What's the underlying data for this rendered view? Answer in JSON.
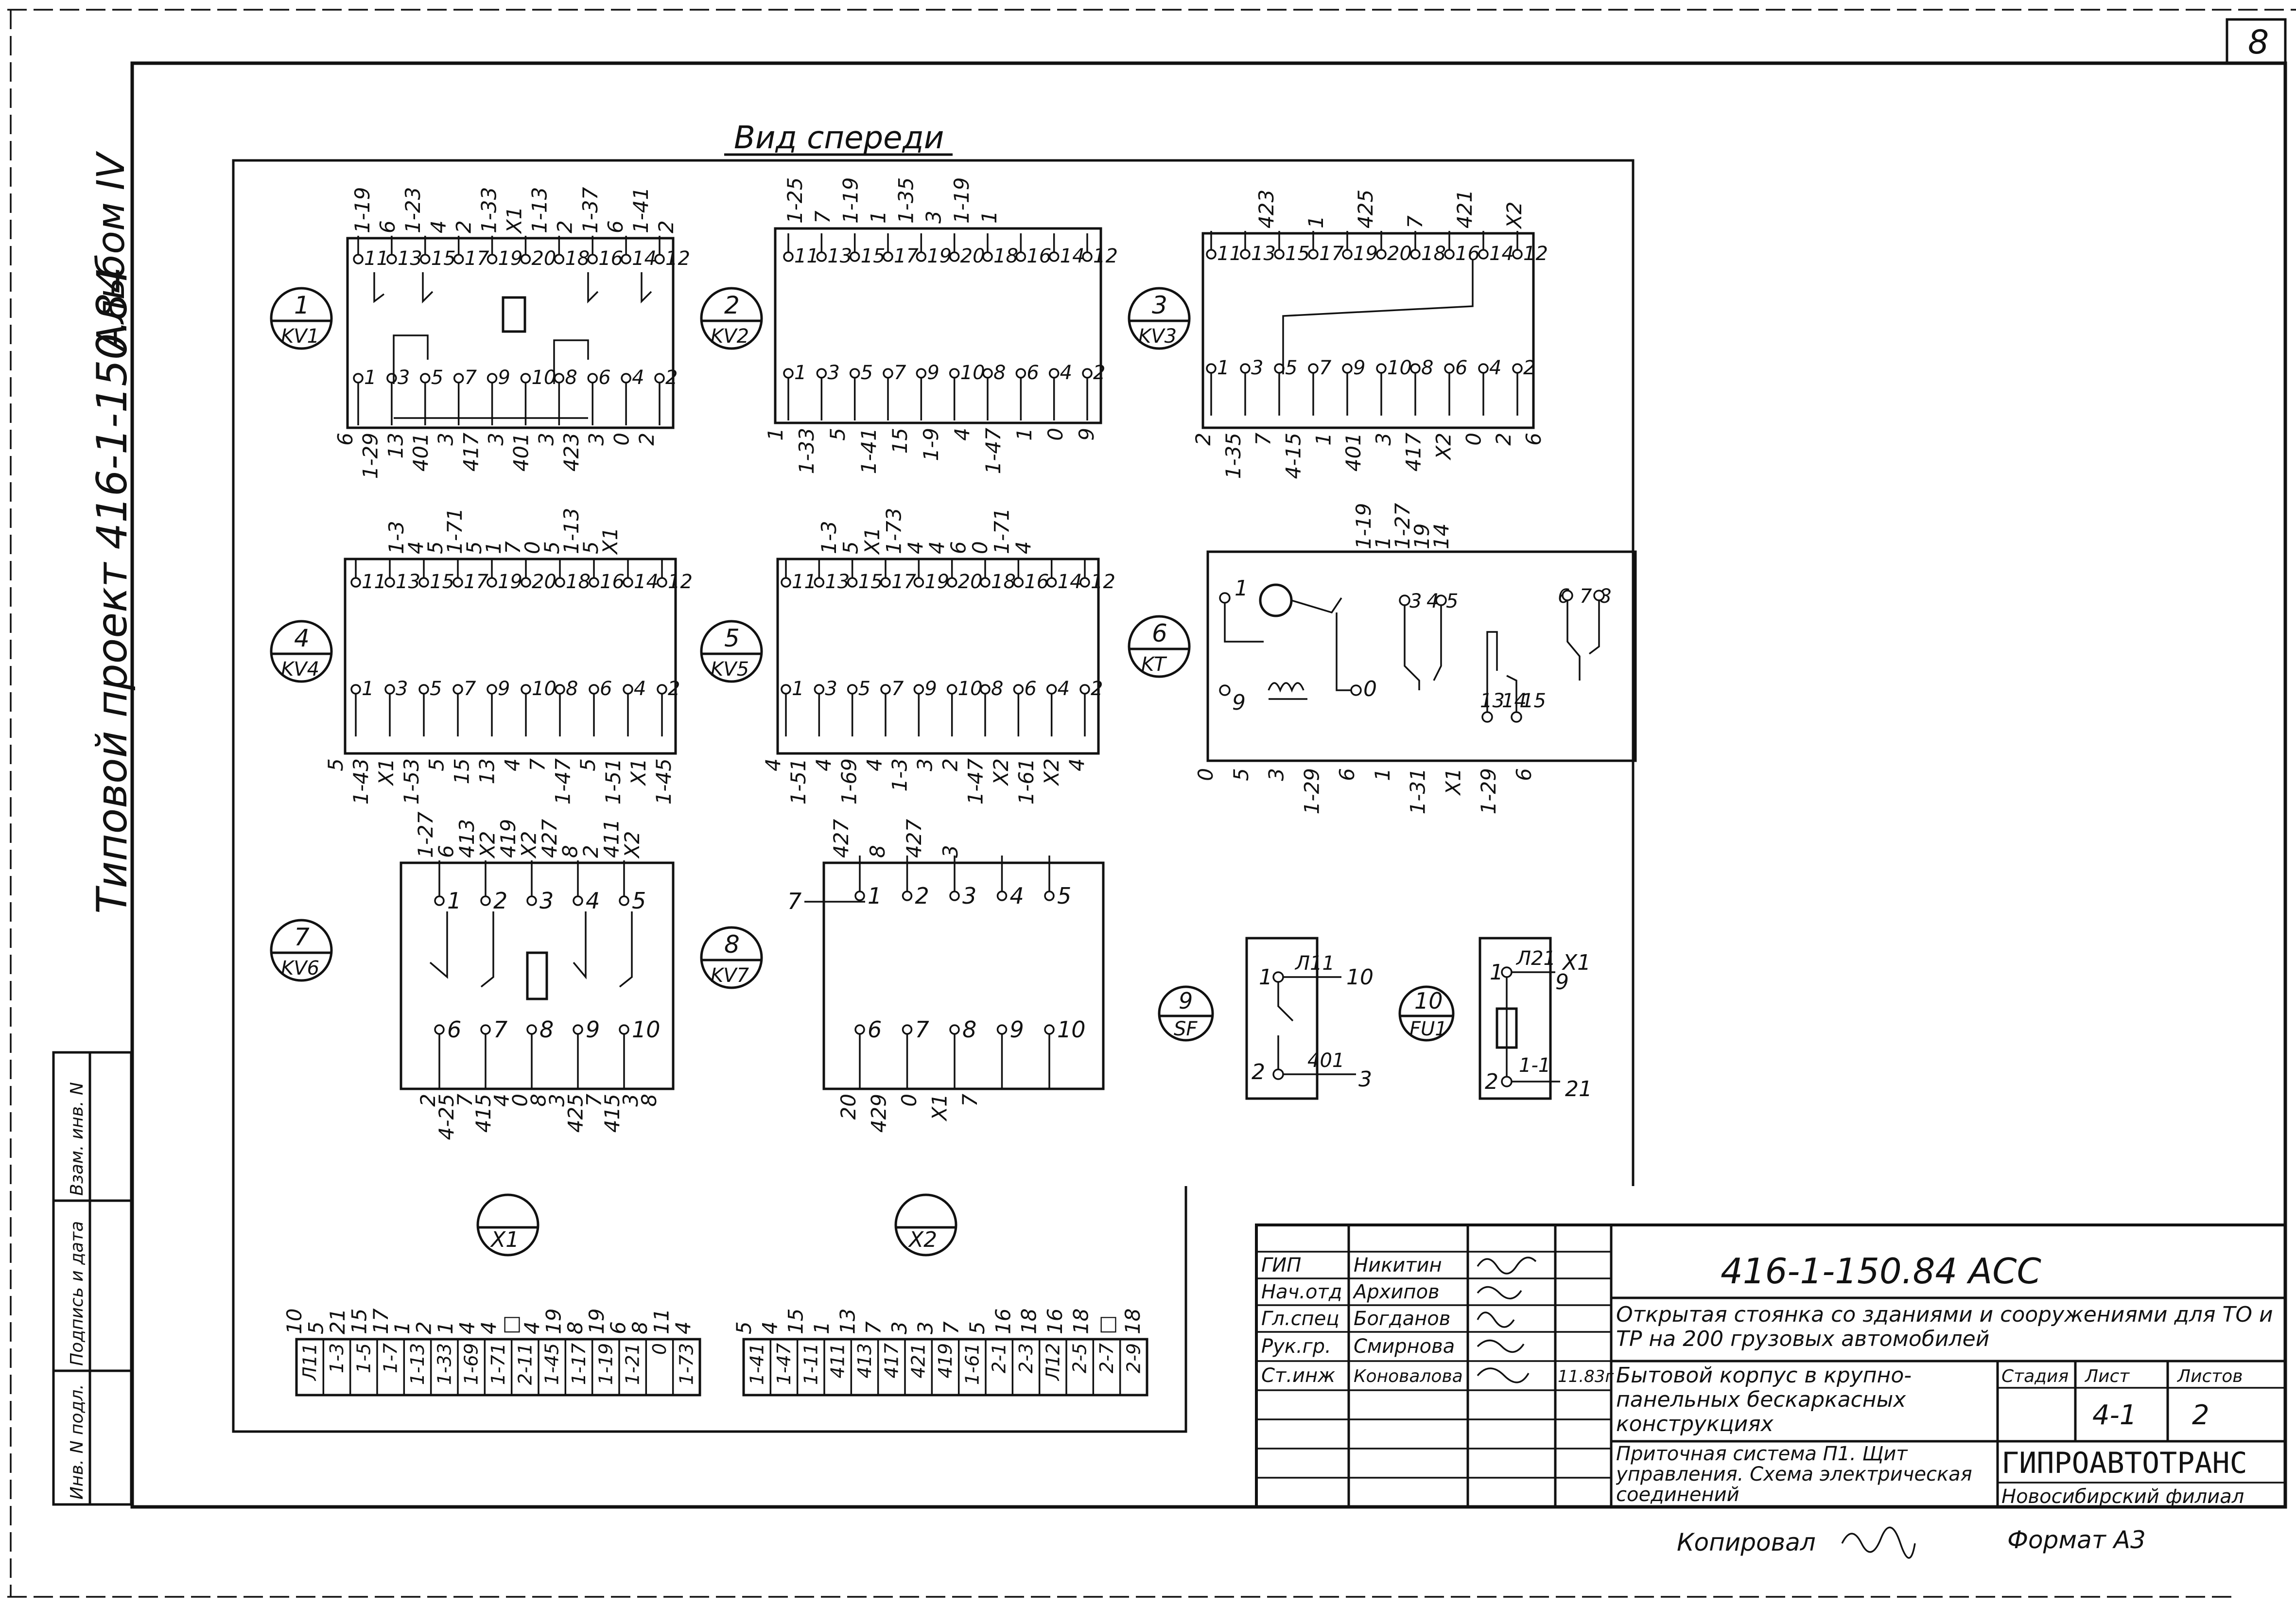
{
  "sheet_number": "8",
  "album": "Альбом IV",
  "project": "Типовой проект 416-1-150.84",
  "view_title": "Вид спереди",
  "side_stamp": {
    "fields": [
      "Инв. N подл.",
      "Подпись и дата",
      "Взам. инв. N"
    ]
  },
  "devices": [
    {
      "id": "kv1",
      "number": "1",
      "code": "KV1",
      "top_pins": [
        "11",
        "13",
        "15",
        "17",
        "19",
        "20",
        "18",
        "16",
        "14",
        "12"
      ],
      "bottom_pins": [
        "1",
        "3",
        "5",
        "7",
        "9",
        "10",
        "8",
        "6",
        "4",
        "2"
      ],
      "top_wires": [
        "1-19",
        "6",
        "1-23",
        "4",
        "2",
        "1-33",
        "X1",
        "1-13",
        "2",
        "1-37",
        "6",
        "1-41",
        "2"
      ],
      "bottom_wires": [
        "6",
        "1-29",
        "13",
        "401",
        "3",
        "417",
        "3",
        "401",
        "3",
        "423",
        "3",
        "0",
        "2"
      ]
    },
    {
      "id": "kv2",
      "number": "2",
      "code": "KV2",
      "top_pins": [
        "11",
        "13",
        "15",
        "17",
        "19",
        "20",
        "18",
        "16",
        "14",
        "12"
      ],
      "bottom_pins": [
        "1",
        "3",
        "5",
        "7",
        "9",
        "10",
        "8",
        "6",
        "4",
        "2"
      ],
      "top_wires": [
        "1-25",
        "7",
        "1-19",
        "1",
        "1-35",
        "3",
        "1-19",
        "1"
      ],
      "bottom_wires": [
        "1",
        "1-33",
        "5",
        "1-41",
        "15",
        "1-9",
        "4",
        "1-47",
        "1",
        "0",
        "9"
      ]
    },
    {
      "id": "kv3",
      "number": "3",
      "code": "KV3",
      "top_pins": [
        "11",
        "13",
        "15",
        "17",
        "19",
        "20",
        "18",
        "16",
        "14",
        "12"
      ],
      "bottom_pins": [
        "1",
        "3",
        "5",
        "7",
        "9",
        "10",
        "8",
        "6",
        "4",
        "2"
      ],
      "top_wires": [
        "423",
        "1",
        "425",
        "7",
        "421",
        "X2"
      ],
      "bottom_wires": [
        "2",
        "1-35",
        "7",
        "4-15",
        "1",
        "401",
        "3",
        "417",
        "X2",
        "0",
        "2",
        "6"
      ]
    },
    {
      "id": "kv4",
      "number": "4",
      "code": "KV4",
      "top_pins": [
        "11",
        "13",
        "15",
        "17",
        "19",
        "20",
        "18",
        "16",
        "14",
        "12"
      ],
      "bottom_pins": [
        "1",
        "3",
        "5",
        "7",
        "9",
        "10",
        "8",
        "6",
        "4",
        "2"
      ],
      "top_wires": [
        "1-3",
        "4",
        "5",
        "1-71",
        "5",
        "1",
        "7",
        "0",
        "5",
        "1-13",
        "5",
        "X1"
      ],
      "bottom_wires": [
        "5",
        "1-43",
        "X1",
        "1-53",
        "5",
        "15",
        "13",
        "4",
        "7",
        "1-47",
        "5",
        "1-51",
        "X1",
        "1-45"
      ]
    },
    {
      "id": "kv5",
      "number": "5",
      "code": "KV5",
      "top_pins": [
        "11",
        "13",
        "15",
        "17",
        "19",
        "20",
        "18",
        "16",
        "14",
        "12"
      ],
      "bottom_pins": [
        "1",
        "3",
        "5",
        "7",
        "9",
        "10",
        "8",
        "6",
        "4",
        "2"
      ],
      "top_wires": [
        "1-3",
        "5",
        "X1",
        "1-73",
        "4",
        "4",
        "6",
        "0",
        "1-71",
        "4"
      ],
      "bottom_wires": [
        "4",
        "1-51",
        "4",
        "1-69",
        "4",
        "1-3",
        "3",
        "2",
        "1-47",
        "X2",
        "1-61",
        "X2",
        "4"
      ]
    },
    {
      "id": "kt",
      "number": "6",
      "code": "KT",
      "pins": [
        "1",
        "9",
        "0",
        "3",
        "4",
        "5",
        "6",
        "7",
        "8",
        "13",
        "14",
        "15"
      ],
      "top_wires": [
        "1-19",
        "1",
        "1-27",
        "19",
        "14"
      ],
      "bottom_wires": [
        "0",
        "5",
        "3",
        "1-29",
        "6",
        "1",
        "1-31",
        "X1",
        "1-29",
        "6"
      ]
    },
    {
      "id": "kv6",
      "number": "7",
      "code": "KV6",
      "pins": [
        "1",
        "2",
        "3",
        "4",
        "5",
        "6",
        "7",
        "8",
        "9",
        "10"
      ],
      "top_wires": [
        "1-27",
        "6",
        "413",
        "X2",
        "419",
        "X2",
        "427",
        "8",
        "2",
        "411",
        "X2"
      ],
      "bottom_wires": [
        "2",
        "4-25",
        "7",
        "415",
        "4",
        "0",
        "8",
        "3",
        "425",
        "7",
        "415",
        "3",
        "8"
      ]
    },
    {
      "id": "kv7",
      "number": "8",
      "code": "KV7",
      "pins": [
        "1",
        "2",
        "3",
        "4",
        "5",
        "6",
        "7",
        "8",
        "9",
        "10"
      ],
      "top_wires": [
        "427",
        "8",
        "427",
        "3"
      ],
      "side_wires": [
        "7"
      ],
      "bottom_wires": [
        "20",
        "429",
        "0",
        "X1",
        "7"
      ]
    },
    {
      "id": "sf",
      "number": "9",
      "code": "SF",
      "pins": [
        "1",
        "2"
      ],
      "wires": [
        "Л11",
        "10",
        "401",
        "3"
      ]
    },
    {
      "id": "fu1",
      "number": "10",
      "code": "FU1",
      "pins": [
        "1",
        "2"
      ],
      "wires": [
        "Л21",
        "X1",
        "9",
        "1-1",
        "21"
      ]
    }
  ],
  "terminals": [
    {
      "id": "x1",
      "code": "X1",
      "cells": [
        "Л11",
        "1-3",
        "1-5",
        "1-7",
        "1-13",
        "1-33",
        "1-69",
        "1-71",
        "2-11",
        "1-45",
        "1-17",
        "1-19",
        "1-21",
        "0",
        "1-73"
      ],
      "wires": [
        "10",
        "5",
        "21",
        "15",
        "17",
        "1",
        "2",
        "1",
        "4",
        "4",
        "□",
        "4",
        "19",
        "8",
        "19",
        "6",
        "8",
        "11",
        "4"
      ]
    },
    {
      "id": "x2",
      "code": "X2",
      "cells": [
        "1-41",
        "1-47",
        "1-11",
        "411",
        "413",
        "417",
        "421",
        "419",
        "1-61",
        "2-1",
        "2-3",
        "Л12",
        "2-5",
        "2-7",
        "2-9"
      ],
      "wires": [
        "5",
        "4",
        "15",
        "1",
        "13",
        "7",
        "3",
        "3",
        "7",
        "5",
        "16",
        "18",
        "16",
        "18",
        "□",
        "18"
      ]
    }
  ],
  "title_block": {
    "code": "416-1-150.84 АСС",
    "object": "Открытая стоянка со зданиями и сооружениями для ТО и ТР на 200 грузовых автомобилей",
    "building": "Бытовой корпус в крупно-панельных бескаркасных конструкциях",
    "drawing": "Приточная система П1. Щит управления. Схема электрическая соединений",
    "stage_label": "Стадия",
    "sheet_label": "Лист",
    "sheets_label": "Листов",
    "sheet": "4-1",
    "sheets": "2",
    "org": "ГИПРОАВТОТРАНС",
    "branch": "Новосибирский филиал",
    "date": "11.83г",
    "roles": [
      {
        "role": "ГИП",
        "name": "Никитин"
      },
      {
        "role": "Нач.отд",
        "name": "Архипов"
      },
      {
        "role": "Гл.спец",
        "name": "Богданов"
      },
      {
        "role": "Рук.гр.",
        "name": "Смирнова"
      },
      {
        "role": "Ст.инж",
        "name": "Коновалова"
      }
    ]
  },
  "copied_by": "Копировал",
  "format": "Формат А3"
}
